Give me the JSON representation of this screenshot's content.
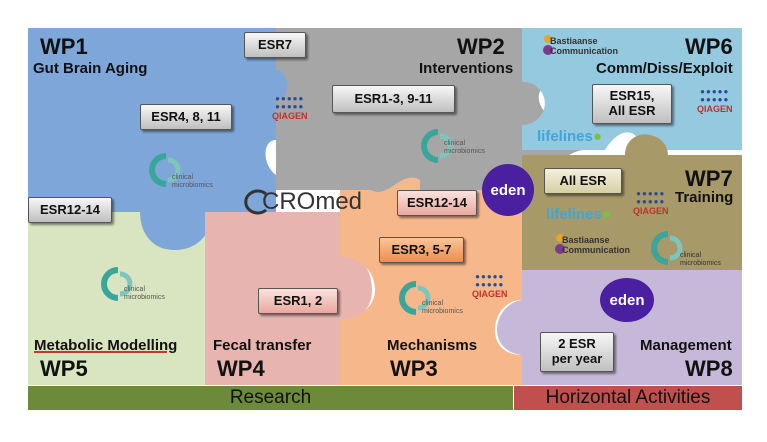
{
  "work_packages": {
    "wp1": {
      "title": "WP1",
      "subtitle": "Gut Brain Aging"
    },
    "wp2": {
      "title": "WP2",
      "subtitle": "Interventions"
    },
    "wp3": {
      "title": "WP3",
      "subtitle": "Mechanisms"
    },
    "wp4": {
      "title": "WP4",
      "subtitle": "Fecal transfer"
    },
    "wp5": {
      "title": "WP5",
      "subtitle": "Metabolic Modelling"
    },
    "wp6": {
      "title": "WP6",
      "subtitle": "Comm/Diss/Exploit"
    },
    "wp7": {
      "title": "WP7",
      "subtitle": "Training"
    },
    "wp8": {
      "title": "WP8",
      "subtitle": "Management"
    }
  },
  "esr_boxes": {
    "esr7": "ESR7",
    "esr4_8_11": "ESR4, 8, 11",
    "esr1_3_9_11": "ESR1-3, 9-11",
    "esr15_line1": "ESR15,",
    "esr15_line2": "All ESR",
    "esr12_14_left": "ESR12-14",
    "esr12_14_mid": "ESR12-14",
    "all_esr": "All ESR",
    "esr3_5_7": "ESR3, 5-7",
    "esr1_2": "ESR1, 2",
    "esr2_year_line1": "2 ESR",
    "esr2_year_line2": "per year"
  },
  "logos": {
    "qiagen": "QIAGEN",
    "clinical_line1": "clinical",
    "clinical_line2": "microbiomics",
    "cromed": "CROmed",
    "bastiaanse_line1": "Bastiaanse",
    "bastiaanse_line2": "Communication",
    "lifelines": "lifelines",
    "eden": "eden"
  },
  "bars": {
    "research": "Research",
    "horizontal": "Horizontal Activities"
  },
  "colors": {
    "wp1": "#7ea6d9",
    "wp2": "#a6a6a6",
    "wp3": "#f6b88b",
    "wp4": "#e8b4b0",
    "wp5": "#d9e4c0",
    "wp6": "#95c9df",
    "wp7": "#a89968",
    "wp8": "#c6b8d9",
    "research_bar": "#6c8a3a",
    "horizontal_bar": "#c0504d",
    "qiagen": "#2a4a9a",
    "clinical": "#3aa59a",
    "eden": "#4a1fa0"
  }
}
